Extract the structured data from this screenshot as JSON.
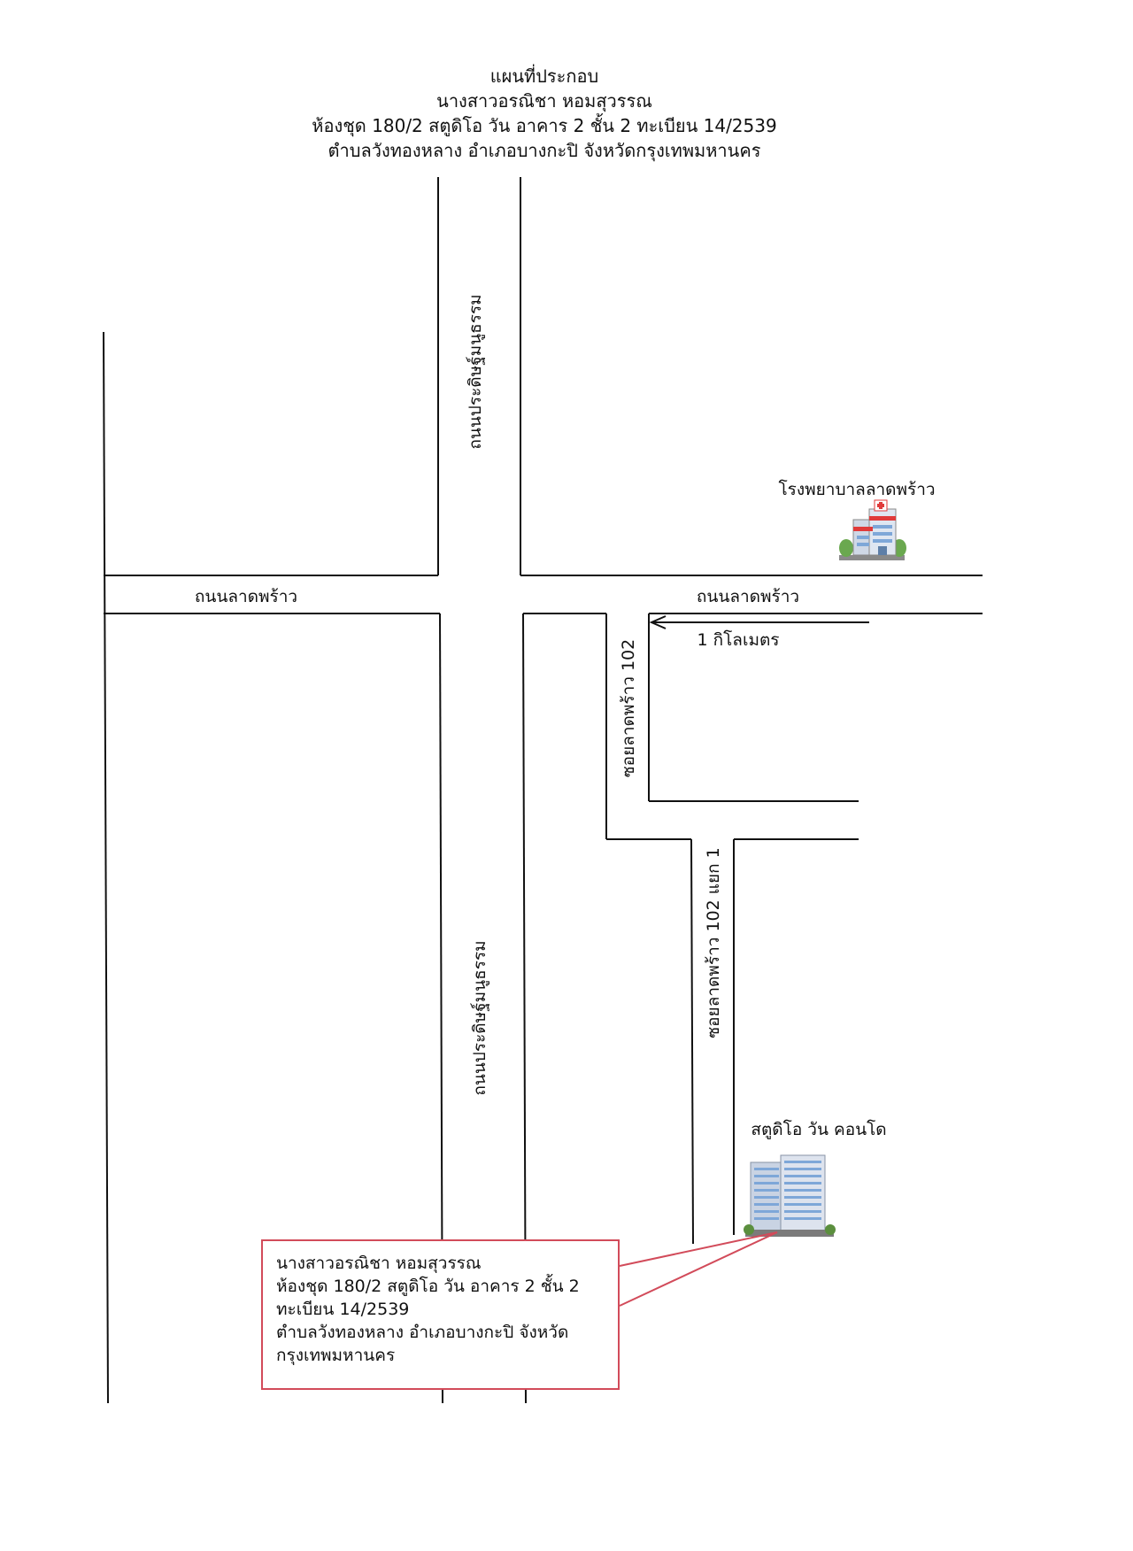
{
  "header": {
    "title": "แผนที่ประกอบ",
    "owner": "นางสาวอรณิชา หอมสุวรรณ",
    "unit": "ห้องชุด 180/2 สตูดิโอ วัน อาคาร 2 ชั้น 2 ทะเบียน 14/2539",
    "location": "ตำบลวังทองหลาง อำเภอบางกะปิ จังหวัดกรุงเทพมหานคร"
  },
  "roads": {
    "pracha_north": "ถนนประดิษฐ์มนูธรรม",
    "pracha_south": "ถนนประดิษฐ์มนูธรรม",
    "ladprao_west": "ถนนลาดพร้าว",
    "ladprao_east": "ถนนลาดพร้าว",
    "soi_102": "ซอยลาดพร้าว 102",
    "soi_102_1": "ซอยลาดพร้าว 102 แยก 1"
  },
  "distance_label": "1 กิโลเมตร",
  "landmarks": {
    "hospital": {
      "label": "โรงพยาบาลลาดพร้าว",
      "icon": "hospital-icon"
    },
    "condo": {
      "label": "สตูดิโอ วัน คอนโด",
      "icon": "condo-building-icon"
    }
  },
  "callout": {
    "line1": "นางสาวอรณิชา หอมสุวรรณ",
    "line2": "ห้องชุด 180/2 สตูดิโอ วัน อาคาร 2 ชั้น 2",
    "line3": "ทะเบียน 14/2539",
    "line4": "ตำบลวังทองหลาง อำเภอบางกะปิ จังหวัด",
    "line5": "กรุงเทพมหานคร"
  },
  "colors": {
    "road_line": "#111111",
    "callout_border": "#d24b5a",
    "hospital_red": "#e03a3a",
    "building_blue": "#7ea7d8"
  }
}
